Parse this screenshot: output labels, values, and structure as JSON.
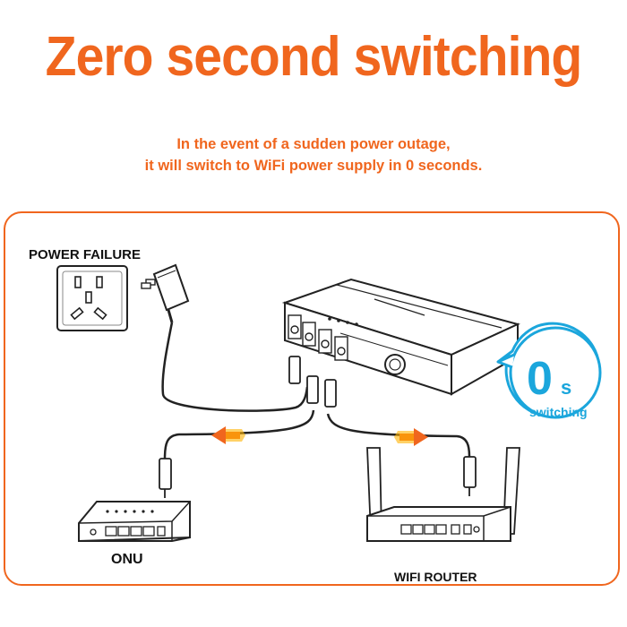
{
  "headline": "Zero second switching",
  "subtitle": {
    "line1": "In the event of a sudden power outage,",
    "line2": "it will switch to WiFi power supply in 0 seconds."
  },
  "labels": {
    "power_failure": "POWER FAILURE",
    "onu": "ONU",
    "wifi_router": "WIFI ROUTER"
  },
  "badge": {
    "big": "0",
    "small": "s",
    "text": "switching"
  },
  "colors": {
    "accent": "#f0661e",
    "badge": "#1ba6dc",
    "line": "#222222"
  },
  "icons": [
    "wall-outlet-icon",
    "power-adapter-icon",
    "mini-ups-icon",
    "onu-device-icon",
    "wifi-router-icon",
    "flow-arrow-icon"
  ]
}
